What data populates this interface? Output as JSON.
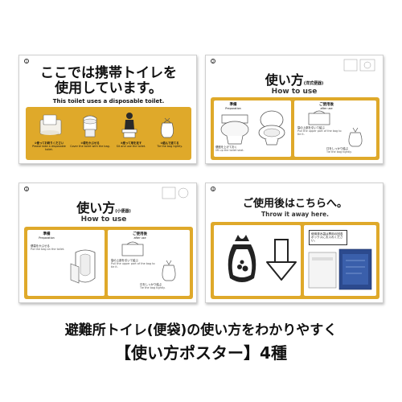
{
  "caption": {
    "line1": "避難所トイレ(便袋)の使い方をわかりやすく",
    "line2": "【使い方ポスター】4種"
  },
  "colors": {
    "accent": "#dfa92a",
    "ink": "#1a1a1a",
    "paper": "#ffffff"
  },
  "posters": [
    {
      "num": "1",
      "title_line1": "ここでは携帯トイレを",
      "title_line2": "使用しています。",
      "subtitle": "This toilet uses a disposable toilet.",
      "steps": [
        {
          "jp": "①使ってお終りください",
          "en": "Please take a disposable toilet."
        },
        {
          "jp": "②袋をかぶせる",
          "en": "Cover the toilet with the bag."
        },
        {
          "jp": "③座って用を足す",
          "en": "Sit and use the toilet."
        },
        {
          "jp": "④結んで捨てる",
          "en": "Tie the bag tightly."
        }
      ]
    },
    {
      "num": "2",
      "title": "使い方",
      "title_note": "(洋式便器)",
      "subtitle": "How to use",
      "prep_label": "準備",
      "prep_en": "Preparation",
      "after_label": "ご使用後",
      "after_en": "after use",
      "note1_jp": "便座を上げておく",
      "note1_en": "lift up the toilet seat.",
      "note2_jp": "袋の上部を引いて結ぶ",
      "note2_en": "Pull the upper part of the bag to tie it.",
      "note3_jp": "口をしっかり結ぶ",
      "note3_en": "Tie the bag tightly."
    },
    {
      "num": "3",
      "title": "使い方",
      "title_note": "(小便器)",
      "subtitle": "How to use",
      "prep_label": "準備",
      "prep_en": "Preparation",
      "after_label": "ご使用後",
      "after_en": "after use",
      "note1_jp": "便袋をかぶせる",
      "note1_en": "Put the bag on the toilet.",
      "note2_jp": "袋の上部を引いて結ぶ",
      "note2_en": "Pull the upper part of the bag to tie it.",
      "note3_jp": "口をしっかり結ぶ",
      "note3_en": "Tie the bag tightly."
    },
    {
      "num": "4",
      "title": "ご使用後はこちらへ。",
      "subtitle": "Throw it away here.",
      "box_text": "使用済み袋は専用の回収ボックスにお入れください。"
    }
  ]
}
